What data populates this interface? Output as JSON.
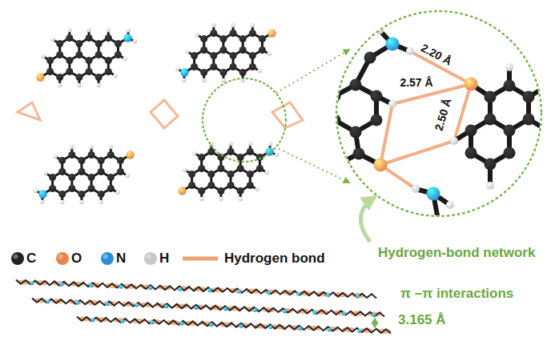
{
  "diagram": {
    "labels": [
      "2.20 Å",
      "2.57 Å",
      "2.50 Å",
      "Hydrogen-bond network",
      "π –π interactions",
      "3.165 Å"
    ],
    "legend": [
      {
        "text": "C",
        "color": "#222222"
      },
      {
        "text": "O",
        "color": "#e8854a"
      },
      {
        "text": "N",
        "color": "#2b8fd8"
      },
      {
        "text": "H",
        "color": "#c8c8c8"
      },
      {
        "text": "Hydrogen bond"
      }
    ]
  }
}
